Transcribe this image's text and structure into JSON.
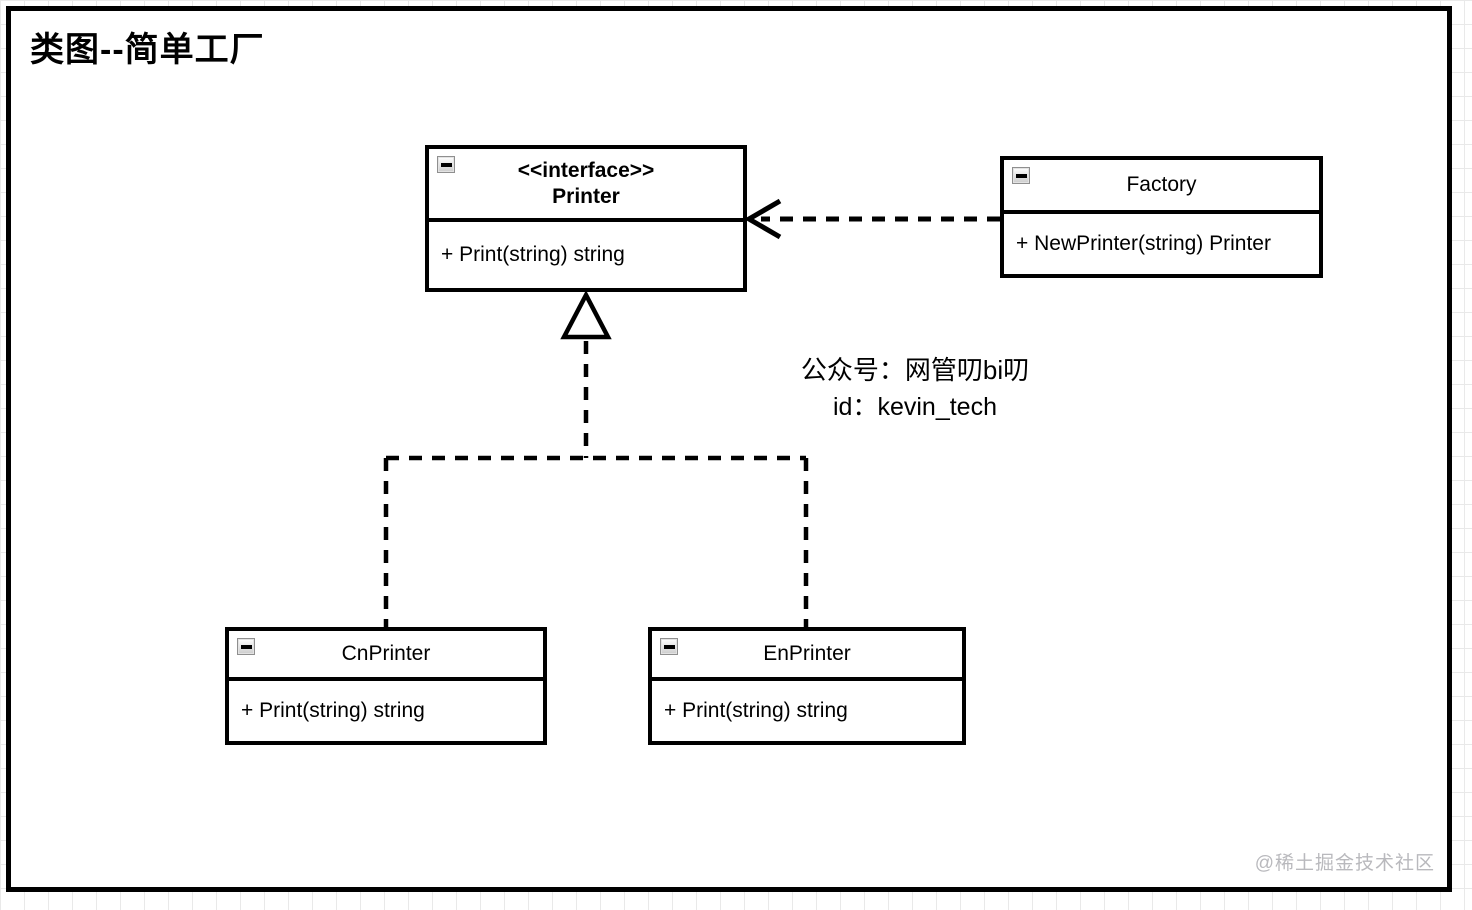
{
  "diagram": {
    "title": "类图--简单工厂",
    "watermark": "@稀土掘金技术社区",
    "annotation": {
      "line1": "公众号：网管叨bi叨",
      "line2": "id：kevin_tech"
    },
    "classes": {
      "printer": {
        "stereotype": "<<interface>>",
        "name": "Printer",
        "methods": [
          "+ Print(string) string"
        ]
      },
      "factory": {
        "name": "Factory",
        "methods": [
          "+ NewPrinter(string) Printer"
        ]
      },
      "cnPrinter": {
        "name": "CnPrinter",
        "methods": [
          "+ Print(string) string"
        ]
      },
      "enPrinter": {
        "name": "EnPrinter",
        "methods": [
          "+ Print(string) string"
        ]
      }
    },
    "relationships": [
      {
        "from": "Factory",
        "to": "Printer",
        "type": "dependency",
        "style": "dashed-open-arrow"
      },
      {
        "from": "CnPrinter",
        "to": "Printer",
        "type": "realization",
        "style": "dashed-hollow-triangle"
      },
      {
        "from": "EnPrinter",
        "to": "Printer",
        "type": "realization",
        "style": "dashed-hollow-triangle"
      }
    ],
    "icons": {
      "collapse": "minus-square"
    },
    "colors": {
      "line": "#000000",
      "background": "#ffffff",
      "grid": "#e9e9e9",
      "watermark": "#b9b9bd"
    }
  }
}
